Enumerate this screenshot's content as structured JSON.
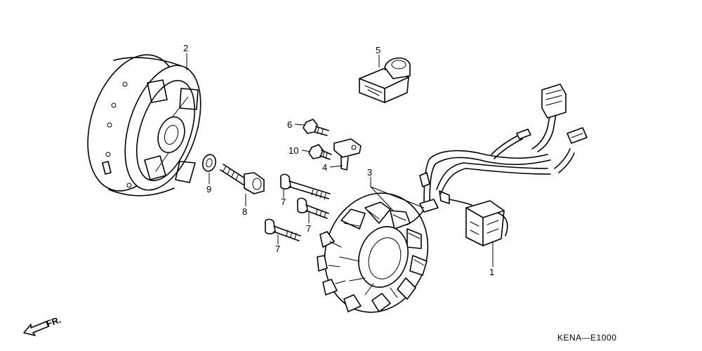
{
  "diagram": {
    "callouts": [
      {
        "id": "c1",
        "text": "1"
      },
      {
        "id": "c2",
        "text": "2"
      },
      {
        "id": "c3",
        "text": "3"
      },
      {
        "id": "c4",
        "text": "4"
      },
      {
        "id": "c5",
        "text": "5"
      },
      {
        "id": "c6",
        "text": "6"
      },
      {
        "id": "c7a",
        "text": "7"
      },
      {
        "id": "c7b",
        "text": "7"
      },
      {
        "id": "c7c",
        "text": "7"
      },
      {
        "id": "c8",
        "text": "8"
      },
      {
        "id": "c9",
        "text": "9"
      },
      {
        "id": "c10",
        "text": "10"
      }
    ],
    "front_indicator": "FR.",
    "drawing_code": "KENA—E1000"
  }
}
